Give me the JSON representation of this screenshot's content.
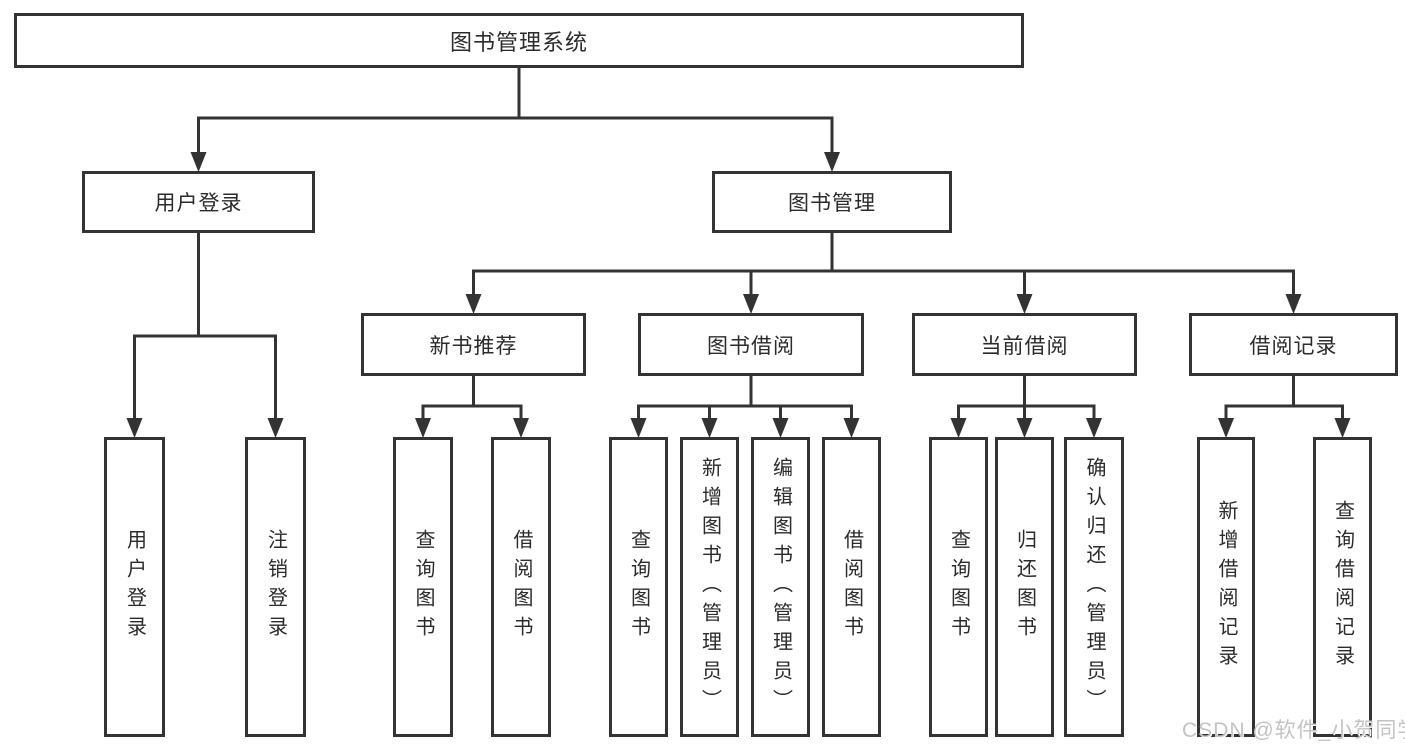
{
  "colors": {
    "background": "#ffffff",
    "line": "#333333",
    "box_border": "#333333",
    "text": "#2b2b2b",
    "watermark": "#c3c3c3"
  },
  "watermark": {
    "text": "CSDN @软件_小贺同学"
  },
  "diagram": {
    "title": "图书管理系统",
    "nodes": [
      {
        "id": "root",
        "label": "图书管理系统",
        "level": 1,
        "parent": null,
        "orientation": "horizontal"
      },
      {
        "id": "user-login",
        "label": "用户登录",
        "level": 2,
        "parent": "root",
        "orientation": "horizontal"
      },
      {
        "id": "book-mgmt",
        "label": "图书管理",
        "level": 2,
        "parent": "root",
        "orientation": "horizontal"
      },
      {
        "id": "new-book-rec",
        "label": "新书推荐",
        "level": 3,
        "parent": "book-mgmt",
        "orientation": "horizontal"
      },
      {
        "id": "book-borrow",
        "label": "图书借阅",
        "level": 3,
        "parent": "book-mgmt",
        "orientation": "horizontal"
      },
      {
        "id": "current-borrow",
        "label": "当前借阅",
        "level": 3,
        "parent": "book-mgmt",
        "orientation": "horizontal"
      },
      {
        "id": "borrow-records",
        "label": "借阅记录",
        "level": 3,
        "parent": "book-mgmt",
        "orientation": "horizontal"
      },
      {
        "id": "leaf-user-login",
        "label": "用户登录",
        "level": 4,
        "parent": "user-login",
        "orientation": "vertical"
      },
      {
        "id": "leaf-logout",
        "label": "注销登录",
        "level": 4,
        "parent": "user-login",
        "orientation": "vertical"
      },
      {
        "id": "leaf-query-book-1",
        "label": "查询图书",
        "level": 4,
        "parent": "new-book-rec",
        "orientation": "vertical"
      },
      {
        "id": "leaf-borrow-book-1",
        "label": "借阅图书",
        "level": 4,
        "parent": "new-book-rec",
        "orientation": "vertical"
      },
      {
        "id": "leaf-query-book-2",
        "label": "查询图书",
        "level": 4,
        "parent": "book-borrow",
        "orientation": "vertical"
      },
      {
        "id": "leaf-add-book",
        "label": "新增图书（管理员）",
        "level": 4,
        "parent": "book-borrow",
        "orientation": "vertical"
      },
      {
        "id": "leaf-edit-book",
        "label": "编辑图书（管理员）",
        "level": 4,
        "parent": "book-borrow",
        "orientation": "vertical"
      },
      {
        "id": "leaf-borrow-book-2",
        "label": "借阅图书",
        "level": 4,
        "parent": "book-borrow",
        "orientation": "vertical"
      },
      {
        "id": "leaf-query-book-3",
        "label": "查询图书",
        "level": 4,
        "parent": "current-borrow",
        "orientation": "vertical"
      },
      {
        "id": "leaf-return-book",
        "label": "归还图书",
        "level": 4,
        "parent": "current-borrow",
        "orientation": "vertical"
      },
      {
        "id": "leaf-confirm-return",
        "label": "确认归还（管理员）",
        "level": 4,
        "parent": "current-borrow",
        "orientation": "vertical"
      },
      {
        "id": "leaf-add-record",
        "label": "新增借阅记录",
        "level": 4,
        "parent": "borrow-records",
        "orientation": "vertical"
      },
      {
        "id": "leaf-query-record",
        "label": "查询借阅记录",
        "level": 4,
        "parent": "borrow-records",
        "orientation": "vertical"
      }
    ]
  }
}
